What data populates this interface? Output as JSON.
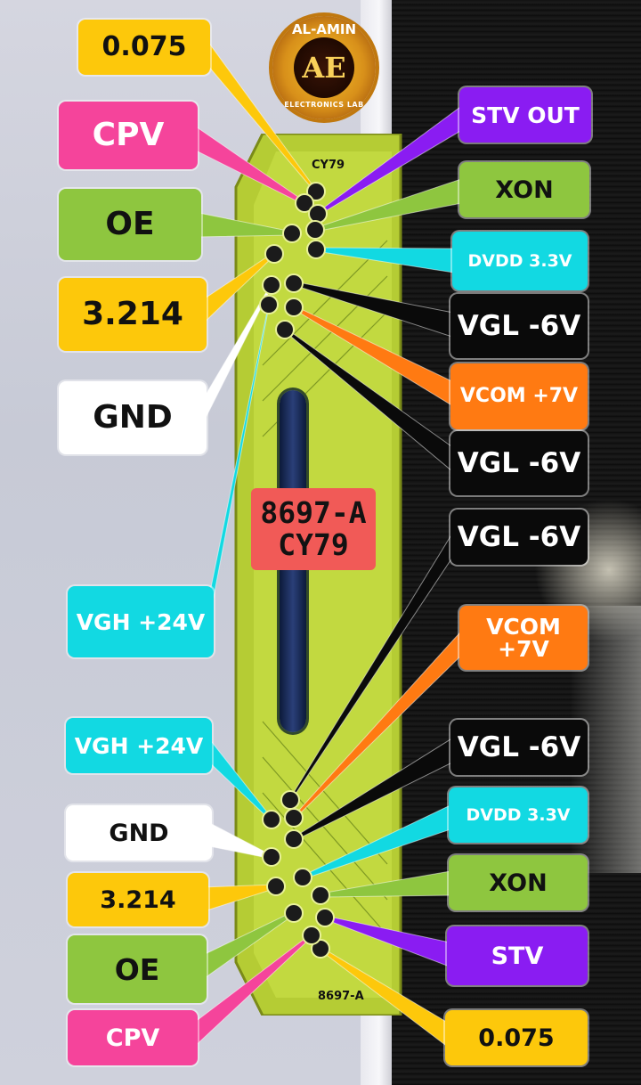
{
  "logo": {
    "top_text": "AL-AMIN",
    "mono_text": "AE",
    "bottom_text": "ELECTRONICS LAB"
  },
  "chip": {
    "top_mark": "CY79",
    "bottom_mark": "8697-A",
    "title_line1": "8697-A",
    "title_line2": "CY79"
  },
  "colors": {
    "yellow": "#fdc80b",
    "pink": "#f5449b",
    "green": "#8ec63f",
    "white": "#ffffff",
    "cyan": "#12d9e2",
    "purple": "#8a1cf2",
    "black": "#0a0a0a",
    "orange": "#ff7a12",
    "pcb": "#b9d23a",
    "pad": "#1b1b1b"
  },
  "top_left_labels": [
    {
      "text": "0.075",
      "color": "yellow"
    },
    {
      "text": "CPV",
      "color": "pink"
    },
    {
      "text": "OE",
      "color": "green"
    },
    {
      "text": "3.214",
      "color": "yellow"
    },
    {
      "text": "GND",
      "color": "white"
    },
    {
      "text": "VGH +24V",
      "color": "cyan"
    }
  ],
  "top_right_labels": [
    {
      "text": "STV OUT",
      "color": "purple"
    },
    {
      "text": "XON",
      "color": "green"
    },
    {
      "text": "DVDD 3.3V",
      "color": "cyan"
    },
    {
      "text": "VGL -6V",
      "color": "black"
    },
    {
      "text": "VCOM +7V",
      "color": "orange"
    },
    {
      "text": "VGL -6V",
      "color": "black"
    }
  ],
  "bottom_right_labels": [
    {
      "text": "VGL -6V",
      "color": "black"
    },
    {
      "text": "VCOM +7V",
      "color": "orange"
    },
    {
      "text": "VGL -6V",
      "color": "black"
    },
    {
      "text": "DVDD 3.3V",
      "color": "cyan"
    },
    {
      "text": "XON",
      "color": "green"
    },
    {
      "text": "STV",
      "color": "purple"
    },
    {
      "text": "0.075",
      "color": "yellow"
    }
  ],
  "bottom_left_labels": [
    {
      "text": "VGH +24V",
      "color": "cyan"
    },
    {
      "text": "GND",
      "color": "white"
    },
    {
      "text": "3.214",
      "color": "yellow"
    },
    {
      "text": "OE",
      "color": "green"
    },
    {
      "text": "CPV",
      "color": "pink"
    }
  ]
}
